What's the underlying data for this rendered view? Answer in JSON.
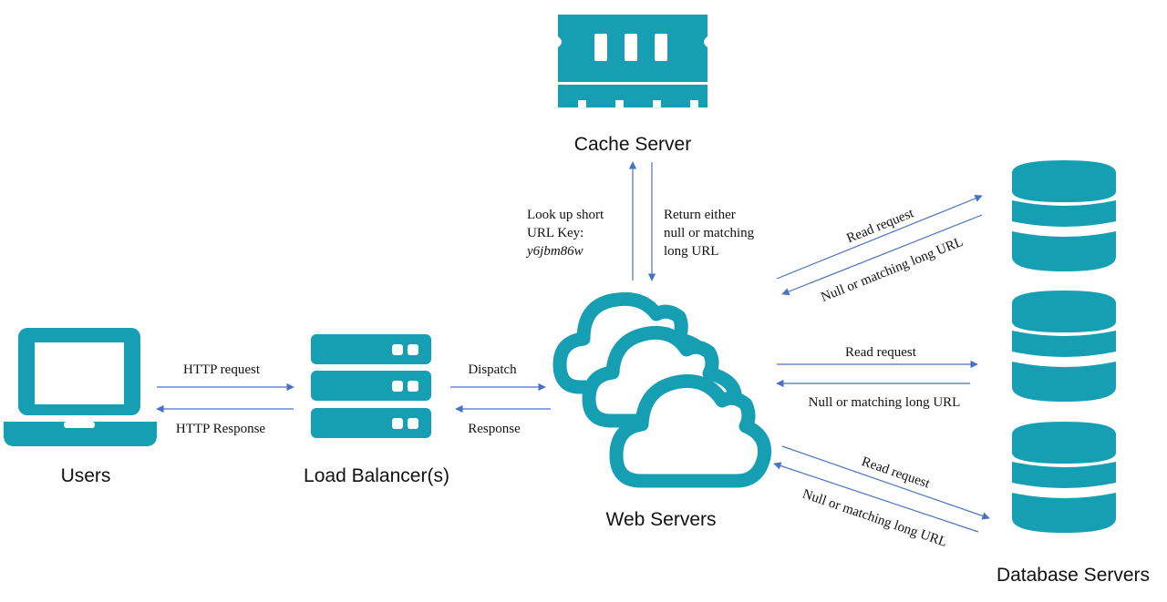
{
  "nodes": {
    "users": {
      "label": "Users"
    },
    "load_balancer": {
      "label": "Load Balancer(s)"
    },
    "web_servers": {
      "label": "Web Servers"
    },
    "cache_server": {
      "label": "Cache Server"
    },
    "database_servers": {
      "label": "Database Servers"
    }
  },
  "edges": {
    "user_to_lb": "HTTP request",
    "lb_to_user": "HTTP Response",
    "lb_to_web": "Dispatch",
    "web_to_lb": "Response",
    "web_to_cache": [
      "Look up short",
      "URL Key:"
    ],
    "cache_key": "y6jbm86w",
    "cache_to_web": [
      "Return either",
      "null or matching",
      "long URL"
    ],
    "db1_request": "Read request",
    "db1_response": "Null or matching long URL",
    "db2_request": "Read request",
    "db2_response": "Null or matching long URL",
    "db3_request": "Read request",
    "db3_response": "Null or matching long URL"
  },
  "icons": {
    "users": "laptop-icon",
    "load_balancer": "server-rack-icon",
    "web_servers": "cloud-icon",
    "cache_server": "memory-module-icon",
    "database_servers": "database-icon"
  },
  "colors": {
    "icon": "#169fb3",
    "arrow": "#4a72c4",
    "text": "#111111"
  }
}
